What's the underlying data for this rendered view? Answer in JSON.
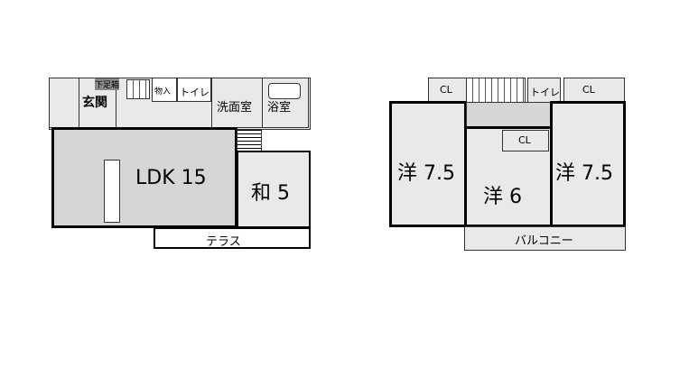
{
  "floor1": {
    "entrance": "玄関",
    "shoe_box": "下足箱",
    "storage": "物入",
    "toilet": "トイレ",
    "washroom": "洗面室",
    "bathroom": "浴室",
    "ldk": "LDK 15",
    "japanese_room": "和 5",
    "terrace": "テラス"
  },
  "floor2": {
    "closet_1": "CL",
    "toilet": "トイレ",
    "closet_2": "CL",
    "closet_3": "CL",
    "western_room_left": "洋 7.5",
    "western_room_center": "洋 6",
    "western_room_right": "洋 7.5",
    "balcony": "バルコニー"
  }
}
